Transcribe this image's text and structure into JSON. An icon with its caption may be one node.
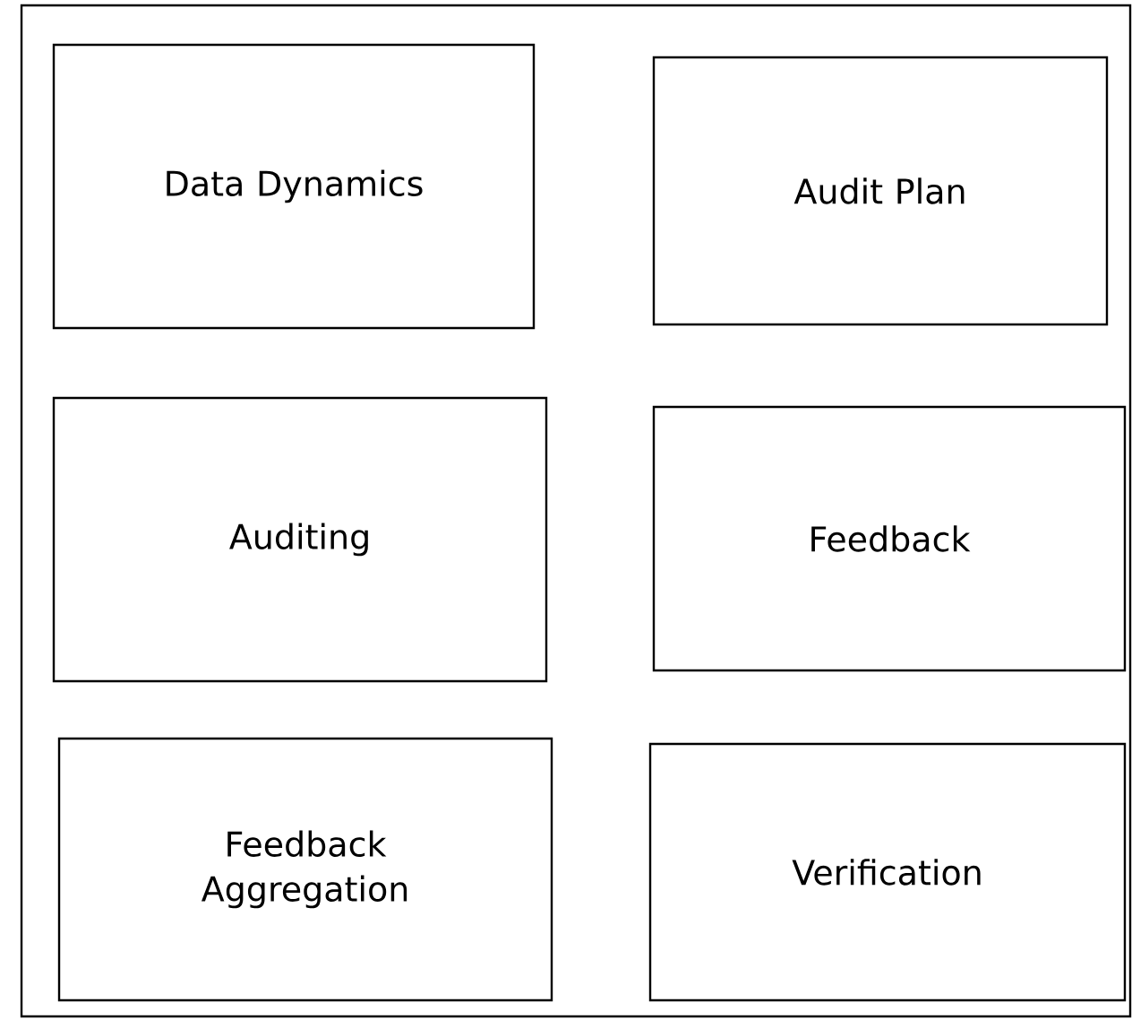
{
  "diagram": {
    "nodes": [
      {
        "text": [
          "Data Dynamics"
        ]
      },
      {
        "text": [
          "Audit Plan"
        ]
      },
      {
        "text": [
          "Auditing"
        ]
      },
      {
        "text": [
          "Feedback"
        ]
      },
      {
        "text": [
          "Feedback Aggregation"
        ]
      },
      {
        "text": [
          "Verification"
        ]
      }
    ]
  }
}
